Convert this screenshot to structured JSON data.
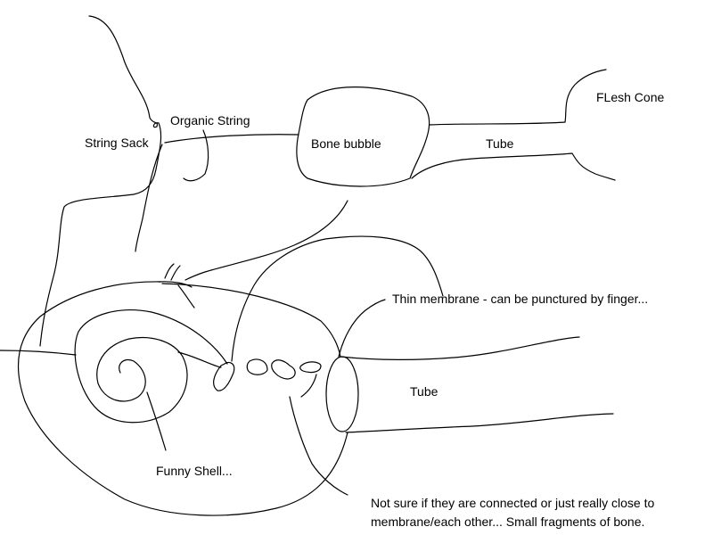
{
  "labels": {
    "organic_string": "Organic String",
    "string_sack": "String Sack",
    "bone_bubble": "Bone bubble",
    "tube_top": "Tube",
    "flesh_cone": "FLesh Cone",
    "thin_membrane": "Thin membrane - can be punctured by finger...",
    "tube_bottom": "Tube",
    "funny_shell": "Funny Shell...",
    "fragments_note_line1": "Not sure if they are connected or just really close to",
    "fragments_note_line2": "membrane/each other... Small fragments of bone."
  }
}
